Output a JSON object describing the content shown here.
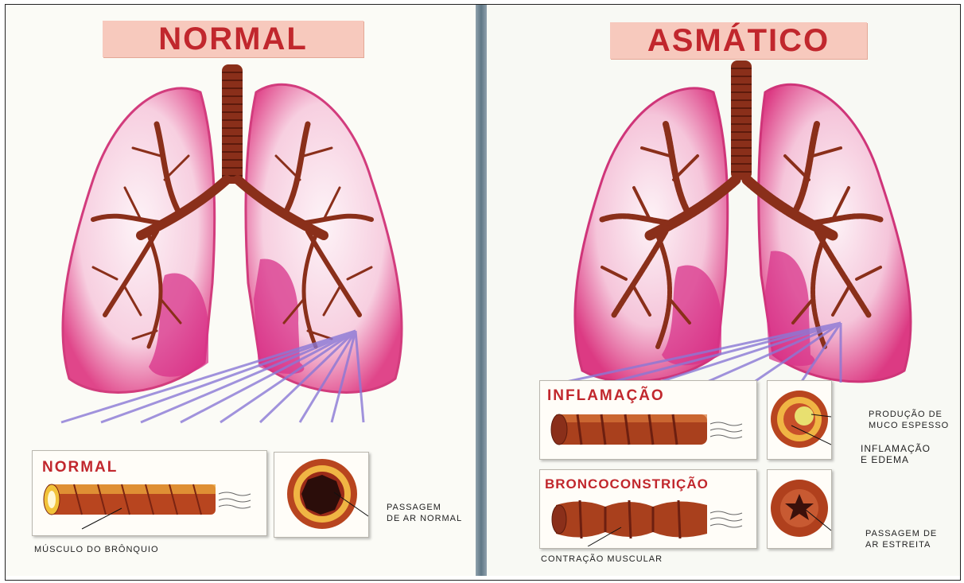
{
  "left_panel": {
    "title": "NORMAL",
    "detail": {
      "box_label": "NORMAL",
      "muscle_label": "MÚSCULO DO BRÔNQUIO",
      "passage_label_line1": "PASSAGEM",
      "passage_label_line2": "DE AR NORMAL"
    }
  },
  "right_panel": {
    "title": "ASMÁTICO",
    "inflammation": {
      "box_label": "INFLAMAÇÃO",
      "mucus_line1": "PRODUÇÃO DE",
      "mucus_line2": "MUCO ESPESSO",
      "edema_line1": "INFLAMAÇÃO",
      "edema_line2": "E EDEMA"
    },
    "bronchoconstriction": {
      "box_label": "BRONCOCONSTRIÇÃO",
      "contraction_label": "CONTRAÇÃO MUSCULAR",
      "passage_line1": "PASSAGEM DE",
      "passage_line2": "AR ESTREITA"
    }
  },
  "colors": {
    "title_red": "#c1272d",
    "banner_pink": "#f7c9bd",
    "lung_pink": "#e24b8e",
    "bronchi_brown": "#8a2f1a",
    "divider": "#5f7785"
  }
}
